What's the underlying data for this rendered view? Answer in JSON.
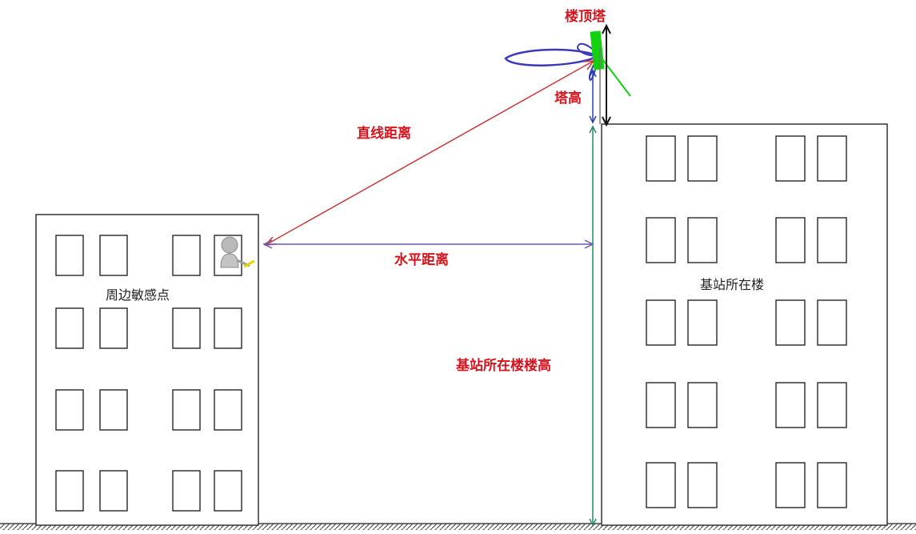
{
  "labels": {
    "rooftop_tower": "楼顶塔",
    "tower_height": "塔高",
    "straight_distance": "直线距离",
    "horizontal_distance": "水平距离",
    "building_height": "基站所在楼楼高",
    "sensitive_point": "周边敏感点",
    "station_building": "基站所在楼"
  },
  "colors": {
    "label_red": "#d4141c",
    "straight_line": "#c83a3a",
    "horizontal_line": "#6b5bb0",
    "tower_height_line": "#2b3fb5",
    "building_height_line": "#2a8a6a",
    "antenna_green": "#12d10f",
    "antenna_lobe": "#3a3ab8",
    "building_stroke": "#333333"
  }
}
